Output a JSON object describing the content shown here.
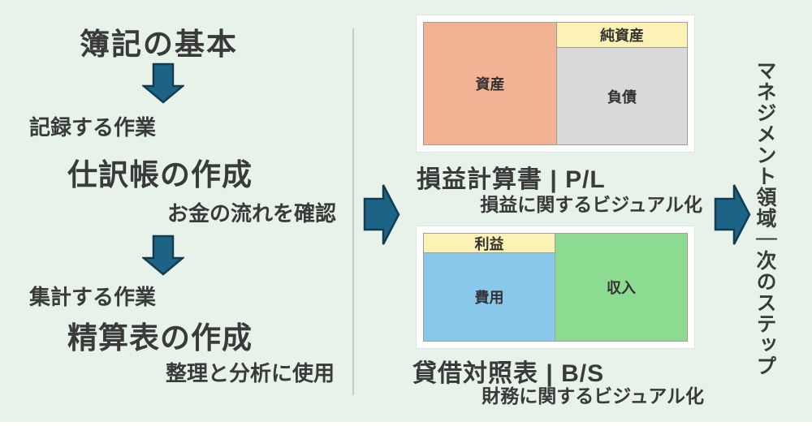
{
  "theme": {
    "bg": "#e7f3e9",
    "text": "#3a3a3a",
    "arrow_fill": "#1d6385",
    "arrow_stroke": "#123c52",
    "divider": "#c6ccc7",
    "panel_bg": "#ffffff",
    "box_border": "#9e9e9e",
    "assets": "#f2b294",
    "net_assets": "#fdf2b5",
    "liabilities": "#d9d9d9",
    "profit": "#fdf2b5",
    "expenses": "#89c8ea",
    "income": "#8cdb90"
  },
  "left_flow": {
    "title": "簿記の基本",
    "step1_note": "記録する作業",
    "step1_title": "仕訳帳の作成",
    "step1_sub": "お金の流れを確認",
    "step2_note": "集計する作業",
    "step2_title": "精算表の作成",
    "step2_sub": "整理と分析に使用"
  },
  "pl_diagram": {
    "title": "損益計算書 | P/L",
    "subtitle": "損益に関するビジュアル化",
    "assets_label": "資産",
    "net_assets_label": "純資産",
    "liabilities_label": "負債"
  },
  "bs_diagram": {
    "title": "貸借対照表 | B/S",
    "subtitle": "財務に関するビジュアル化",
    "profit_label": "利益",
    "expenses_label": "費用",
    "income_label": "収入"
  },
  "right_note": "マネジメント領域｜次のステップ"
}
